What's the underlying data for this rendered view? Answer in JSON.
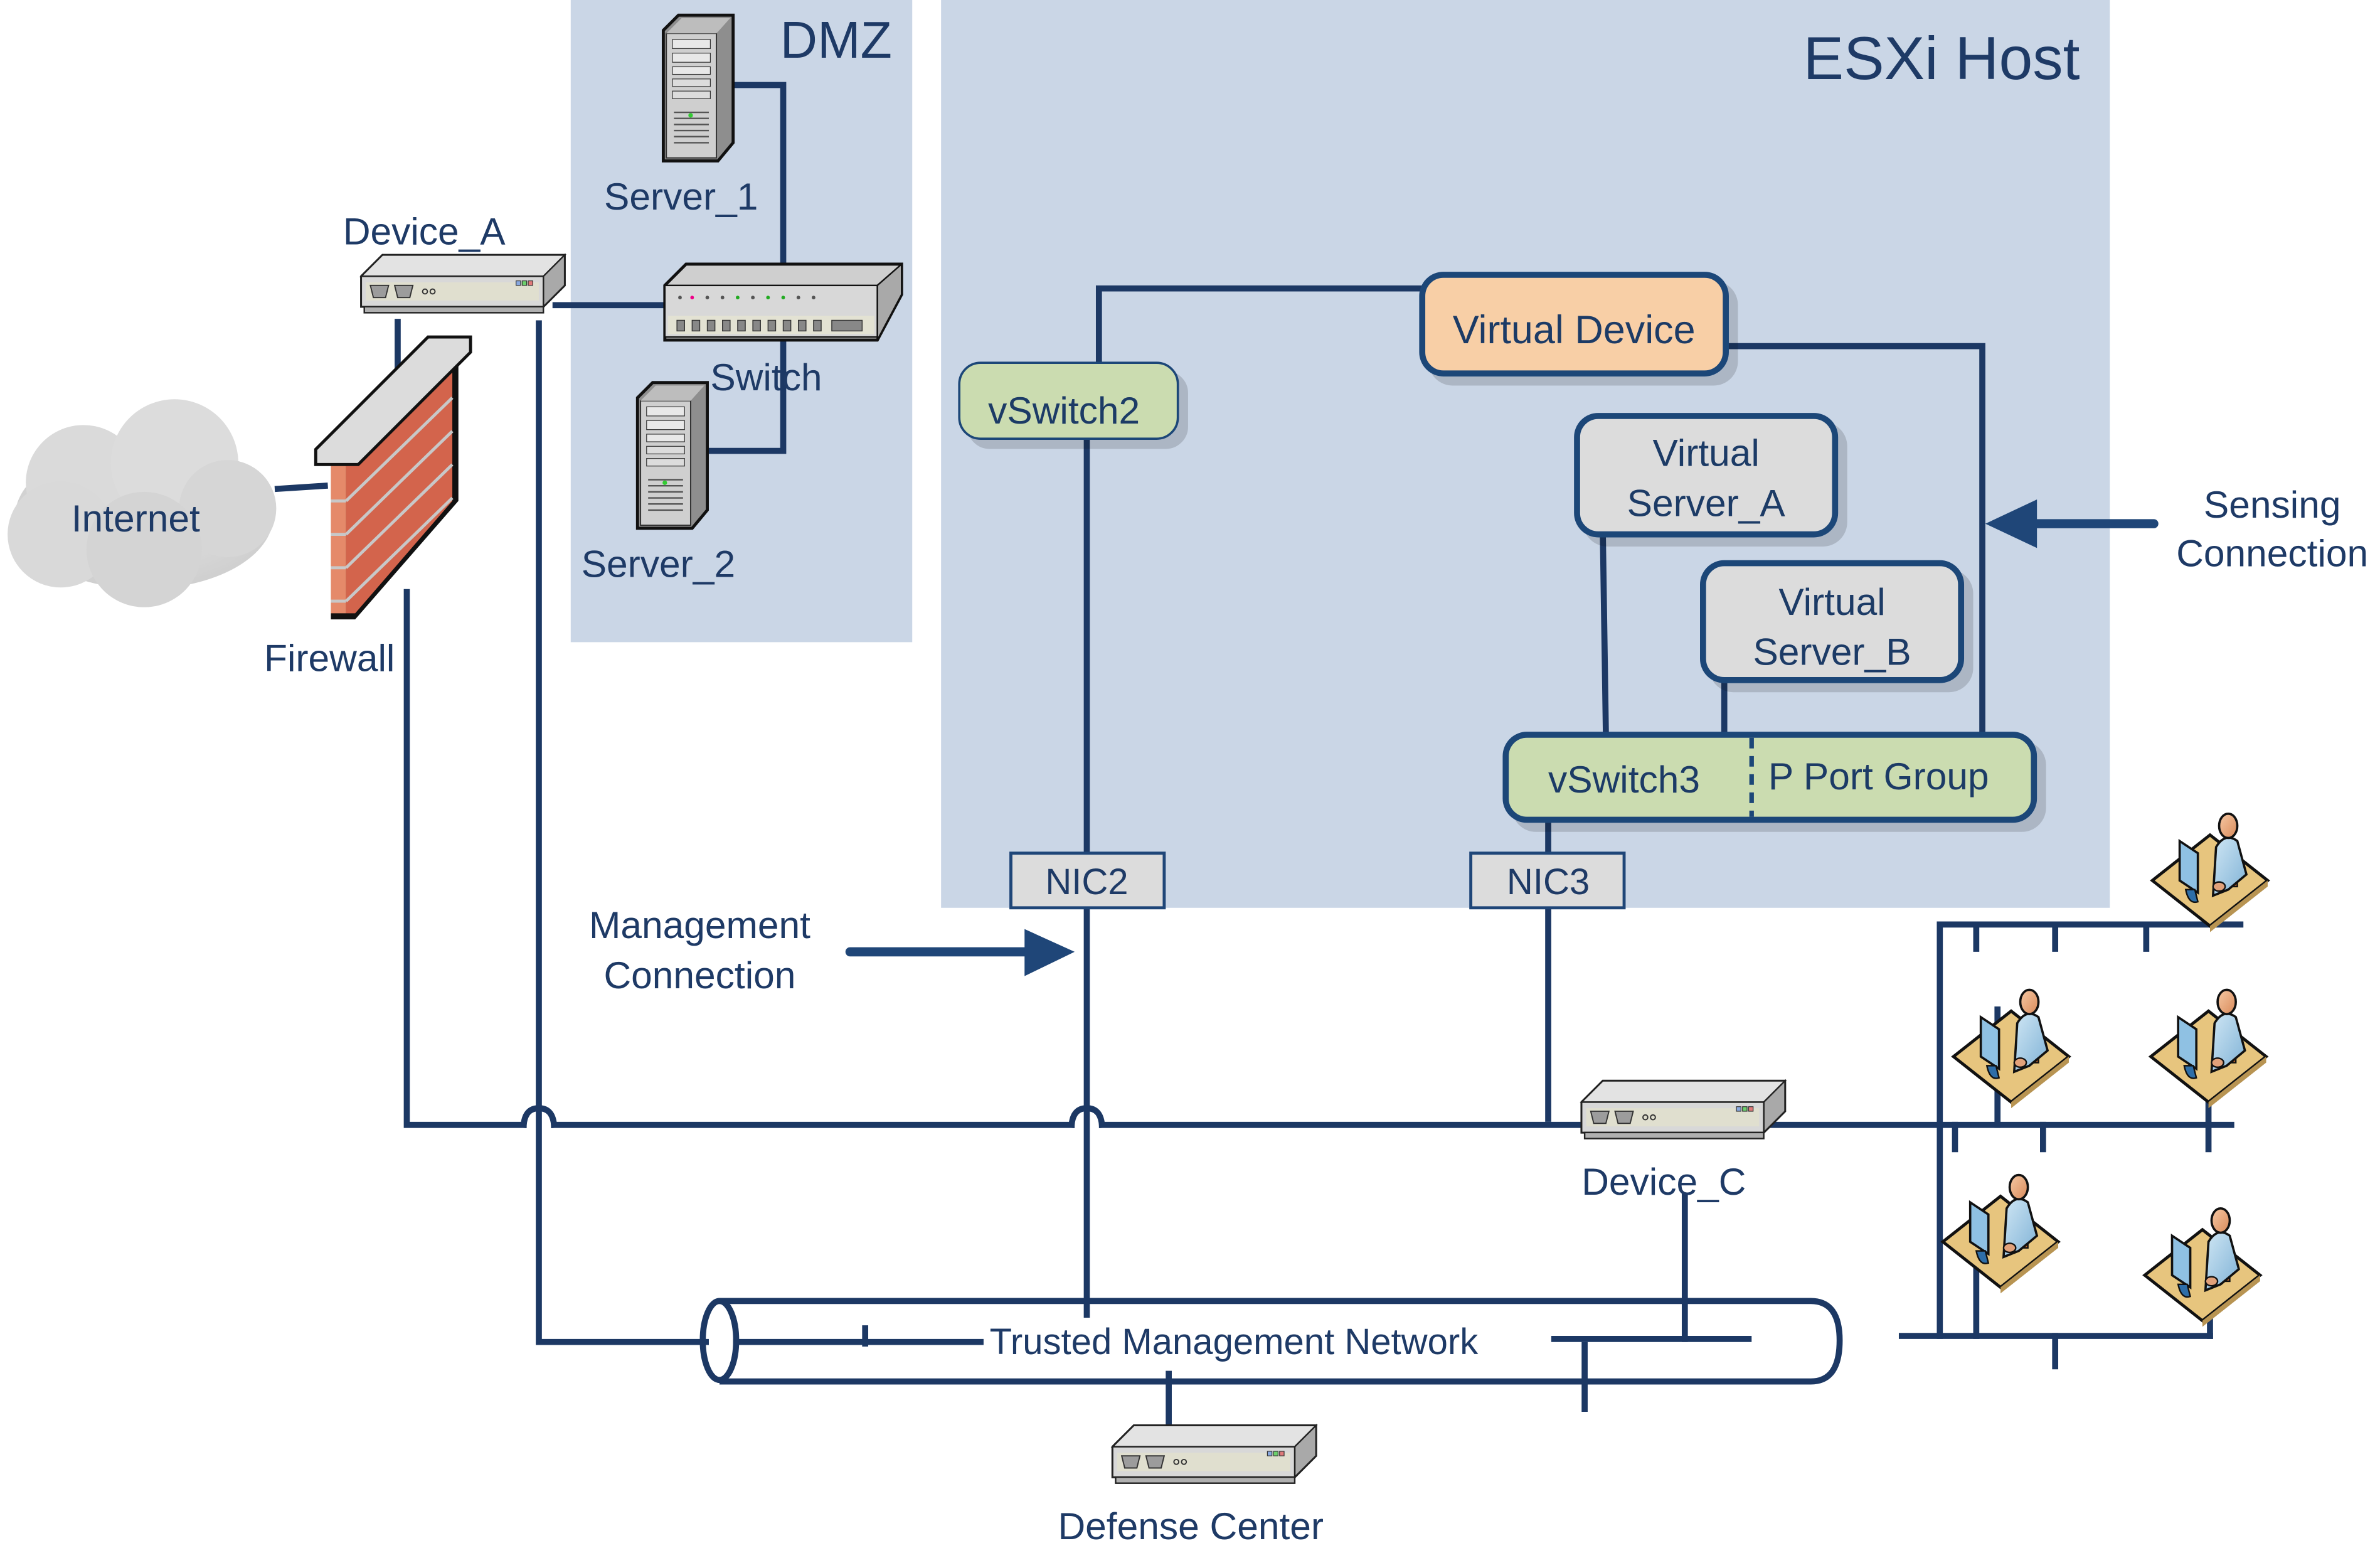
{
  "diagram": {
    "title": "ESXi virtual device network topology",
    "colors": {
      "panel": "#cad6e6",
      "line": "#1c3864",
      "text": "#1e3a66",
      "virtual_device_fill": "#f8cfa6",
      "vswitch_fill": "#cbdcb0",
      "virtual_server_fill": "#dcdcdc",
      "nic_fill": "#dcdcdc",
      "brick": "#d3644c"
    },
    "zones": {
      "dmz": "DMZ",
      "esxi_host": "ESXi Host"
    },
    "nodes": {
      "internet": "Internet",
      "firewall": "Firewall",
      "device_a": "Device_A",
      "switch": "Switch",
      "server_1": "Server_1",
      "server_2": "Server_2",
      "virtual_device": "Virtual Device",
      "vswitch2": "vSwitch2",
      "virtual_server_a_line1": "Virtual",
      "virtual_server_a_line2": "Server_A",
      "virtual_server_b_line1": "Virtual",
      "virtual_server_b_line2": "Server_B",
      "vswitch3": "vSwitch3",
      "p_port_group": "P Port Group",
      "nic2": "NIC2",
      "nic3": "NIC3",
      "device_c": "Device_C",
      "trusted_network": "Trusted Management Network",
      "defense_center": "Defense Center"
    },
    "annotations": {
      "management_line1": "Management",
      "management_line2": "Connection",
      "sensing_line1": "Sensing",
      "sensing_line2": "Connection"
    },
    "icons": {
      "internet": "cloud-icon",
      "firewall": "brick-wall-icon",
      "device": "network-appliance-icon",
      "switch": "network-switch-icon",
      "server": "tower-server-icon",
      "workstation": "user-workstation-icon"
    },
    "workstation_count": 5
  }
}
